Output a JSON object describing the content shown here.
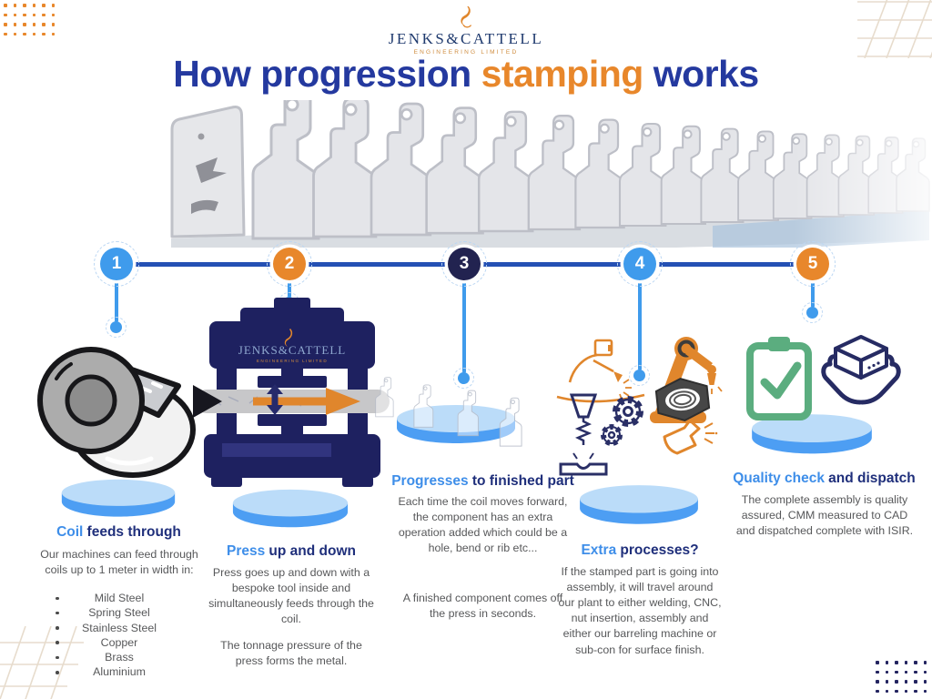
{
  "brand": {
    "name_left": "JENKS",
    "amp": "&",
    "name_right": "CATTELL",
    "tagline": "ENGINEERING LIMITED"
  },
  "title": {
    "part1": "How progression ",
    "highlight": "stamping",
    "part2": " works"
  },
  "colors": {
    "accent_blue": "#3f9bec",
    "accent_orange": "#e8872b",
    "dark_navy": "#222350",
    "timeline_blue": "#2450b4",
    "title_navy": "#24399f",
    "heading_blue": "#3e8ee9",
    "heading_navy": "#1f2f7b",
    "body_text": "#57585a",
    "disc_top": "#bbdcf9",
    "disc_side": "#4d9ef3",
    "check_green": "#5bad7f"
  },
  "icons": {
    "step1": "coil-icon",
    "step2": "press-machine-icon",
    "step3": "finished-parts-disc-icon",
    "step4": [
      "welder-icon",
      "robot-arm-icon",
      "gears-icon",
      "hex-nut-icon",
      "drill-tap-icon",
      "spray-gun-icon"
    ],
    "step5": [
      "quality-checklist-icon",
      "hands-holding-box-icon"
    ]
  },
  "steps": [
    {
      "number": "1",
      "circle_color": "#3f9bec",
      "heading_highlight": "Coil",
      "heading_rest": "feeds through",
      "body": "Our machines can feed through coils up to 1 meter in width in:",
      "bullets": [
        "Mild Steel",
        "Spring Steel",
        "Stainless Steel",
        "Copper",
        "Brass",
        "Aluminium"
      ]
    },
    {
      "number": "2",
      "circle_color": "#e8872b",
      "heading_highlight": "Press",
      "heading_rest": "up and down",
      "body": "Press goes up and down with a bespoke tool inside and simultaneously feeds through the coil.",
      "body2": "The tonnage pressure of the press forms the metal."
    },
    {
      "number": "3",
      "circle_color": "#222350",
      "heading_highlight": "Progresses",
      "heading_rest": "to finished part",
      "body": "Each time the coil moves forward, the component has an extra operation added which could be a hole, bend or rib etc...",
      "body2": "A finished component comes off the press in seconds."
    },
    {
      "number": "4",
      "circle_color": "#3f9bec",
      "heading_highlight": "Extra",
      "heading_rest": "processes?",
      "body": "If the stamped part is going into assembly, it will travel around our plant to either welding, CNC, nut insertion, assembly and either our barreling machine or sub-con for surface finish."
    },
    {
      "number": "5",
      "circle_color": "#e8872b",
      "heading_highlight": "Quality check",
      "heading_rest": "and dispatch",
      "body": "The complete assembly is quality assured, CMM measured to CAD and dispatched complete with ISIR."
    }
  ]
}
